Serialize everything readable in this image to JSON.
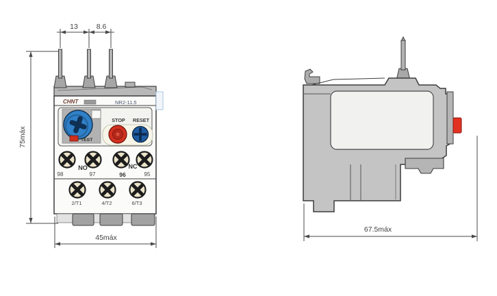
{
  "drawing": {
    "front_view": {
      "brand": "CHNT",
      "model": "NR2-11.5",
      "stop_label": "STOP",
      "reset_label": "RESET",
      "test_label": "TEST",
      "aux_no_label": "NO",
      "aux_nc_label": "NC",
      "terminal_98": "98",
      "terminal_97": "97",
      "terminal_96": "96",
      "terminal_95": "95",
      "terminal_t1": "2/T1",
      "terminal_t2": "4/T2",
      "terminal_t3": "6/T3"
    },
    "dimensions": {
      "pin_pitch_left": "13",
      "pin_pitch_right": "8.6",
      "height_max": "75máx",
      "width_max": "45máx",
      "depth_max": "67.5máx"
    },
    "colors": {
      "dial_blue": "#2f80c8",
      "dial_cross": "#0e3055",
      "stop_red": "#d23120",
      "reset_blue": "#1e5ca2",
      "test_red": "#cf2f1d",
      "side_tab_red": "#e23222",
      "body_gray": "#c4c4c4",
      "brand_text": "#6d3b2b",
      "model_text": "#46536b",
      "outline": "#3c3c3c"
    }
  }
}
